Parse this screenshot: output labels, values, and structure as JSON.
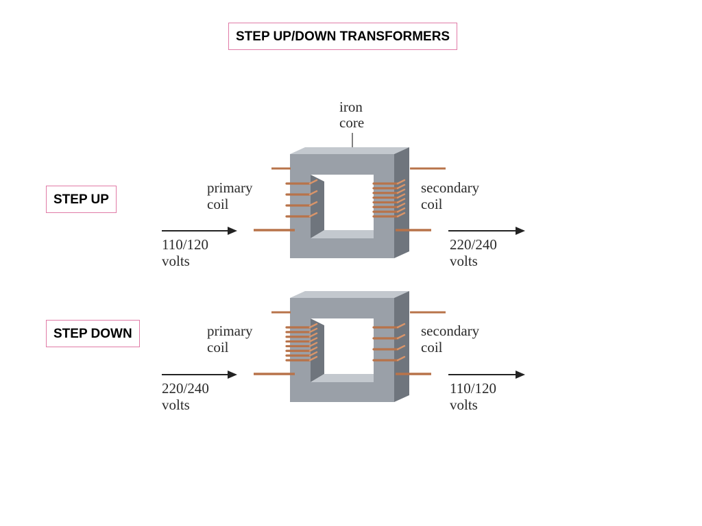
{
  "title": "STEP UP/DOWN TRANSFORMERS",
  "sections": {
    "step_up": {
      "label": "STEP UP",
      "primary_label": [
        "primary",
        "coil"
      ],
      "secondary_label": [
        "secondary",
        "coil"
      ],
      "input_voltage": [
        "110/120",
        "volts"
      ],
      "output_voltage": [
        "220/240",
        "volts"
      ],
      "primary_turns": 4,
      "secondary_turns": 8
    },
    "step_down": {
      "label": "STEP DOWN",
      "primary_label": [
        "primary",
        "coil"
      ],
      "secondary_label": [
        "secondary",
        "coil"
      ],
      "input_voltage": [
        "220/240",
        "volts"
      ],
      "output_voltage": [
        "110/120",
        "volts"
      ],
      "primary_turns": 8,
      "secondary_turns": 4
    }
  },
  "core_label": [
    "iron",
    "core"
  ],
  "colors": {
    "label_border": "#e07aa6",
    "core_front": "#9aa0a8",
    "core_top": "#c3c8ce",
    "core_side": "#6f757d",
    "copper": "#b8734a",
    "copper_light": "#d9956a",
    "text": "#2a2a2a",
    "arrow": "#222222"
  }
}
